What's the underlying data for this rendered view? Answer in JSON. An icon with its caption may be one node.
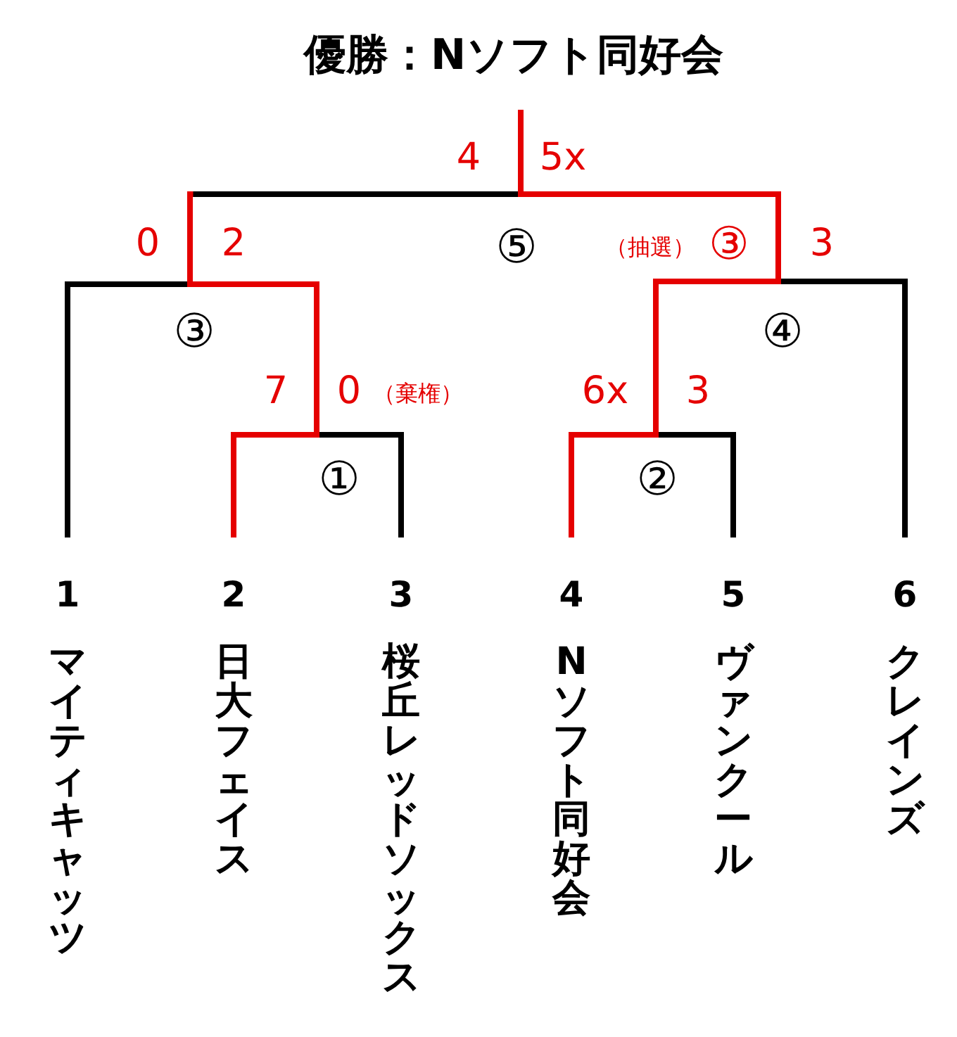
{
  "diagram": {
    "title": "優勝：Nソフト同好会",
    "nodes": [
      {
        "text": [
          "⑤"
        ]
      },
      {
        "text": [
          "③"
        ]
      },
      {
        "text": [
          "④"
        ]
      },
      {
        "text": [
          "①"
        ]
      },
      {
        "text": [
          "②"
        ]
      },
      {
        "text": [
          "1",
          "マイティキャッツ"
        ]
      },
      {
        "text": [
          "2",
          "日大フェイス"
        ]
      },
      {
        "text": [
          "3",
          "桜丘レッドソックス"
        ]
      },
      {
        "text": [
          "4",
          "Nソフト同好会"
        ]
      },
      {
        "text": [
          "5",
          "ヴァンクール"
        ]
      },
      {
        "text": [
          "6",
          "クレインズ"
        ]
      }
    ],
    "edges": [
      {
        "from": 6,
        "to": 3,
        "arrow": "none"
      },
      {
        "from": 7,
        "to": 3,
        "arrow": "none",
        "color": "#000000"
      },
      {
        "from": 8,
        "to": 4,
        "arrow": "none"
      },
      {
        "from": 9,
        "to": 4,
        "arrow": "none",
        "color": "#000000"
      },
      {
        "from": 5,
        "to": 1,
        "arrow": "none",
        "color": "#000000"
      },
      {
        "from": 3,
        "to": 1,
        "arrow": "none"
      },
      {
        "from": 4,
        "to": 2,
        "arrow": "none"
      },
      {
        "from": 10,
        "to": 2,
        "arrow": "none",
        "color": "#000000"
      },
      {
        "from": 1,
        "to": 0,
        "arrow": "none",
        "color": "#000000"
      },
      {
        "from": 2,
        "to": 0,
        "arrow": "none"
      },
      {
        "from": 0,
        "to": null,
        "arrow": "none"
      }
    ],
    "labels": [
      "4",
      "5x",
      "0",
      "2",
      "（抽選）",
      "③",
      "3",
      "7",
      "0",
      "（棄権）",
      "6x",
      "3"
    ]
  }
}
